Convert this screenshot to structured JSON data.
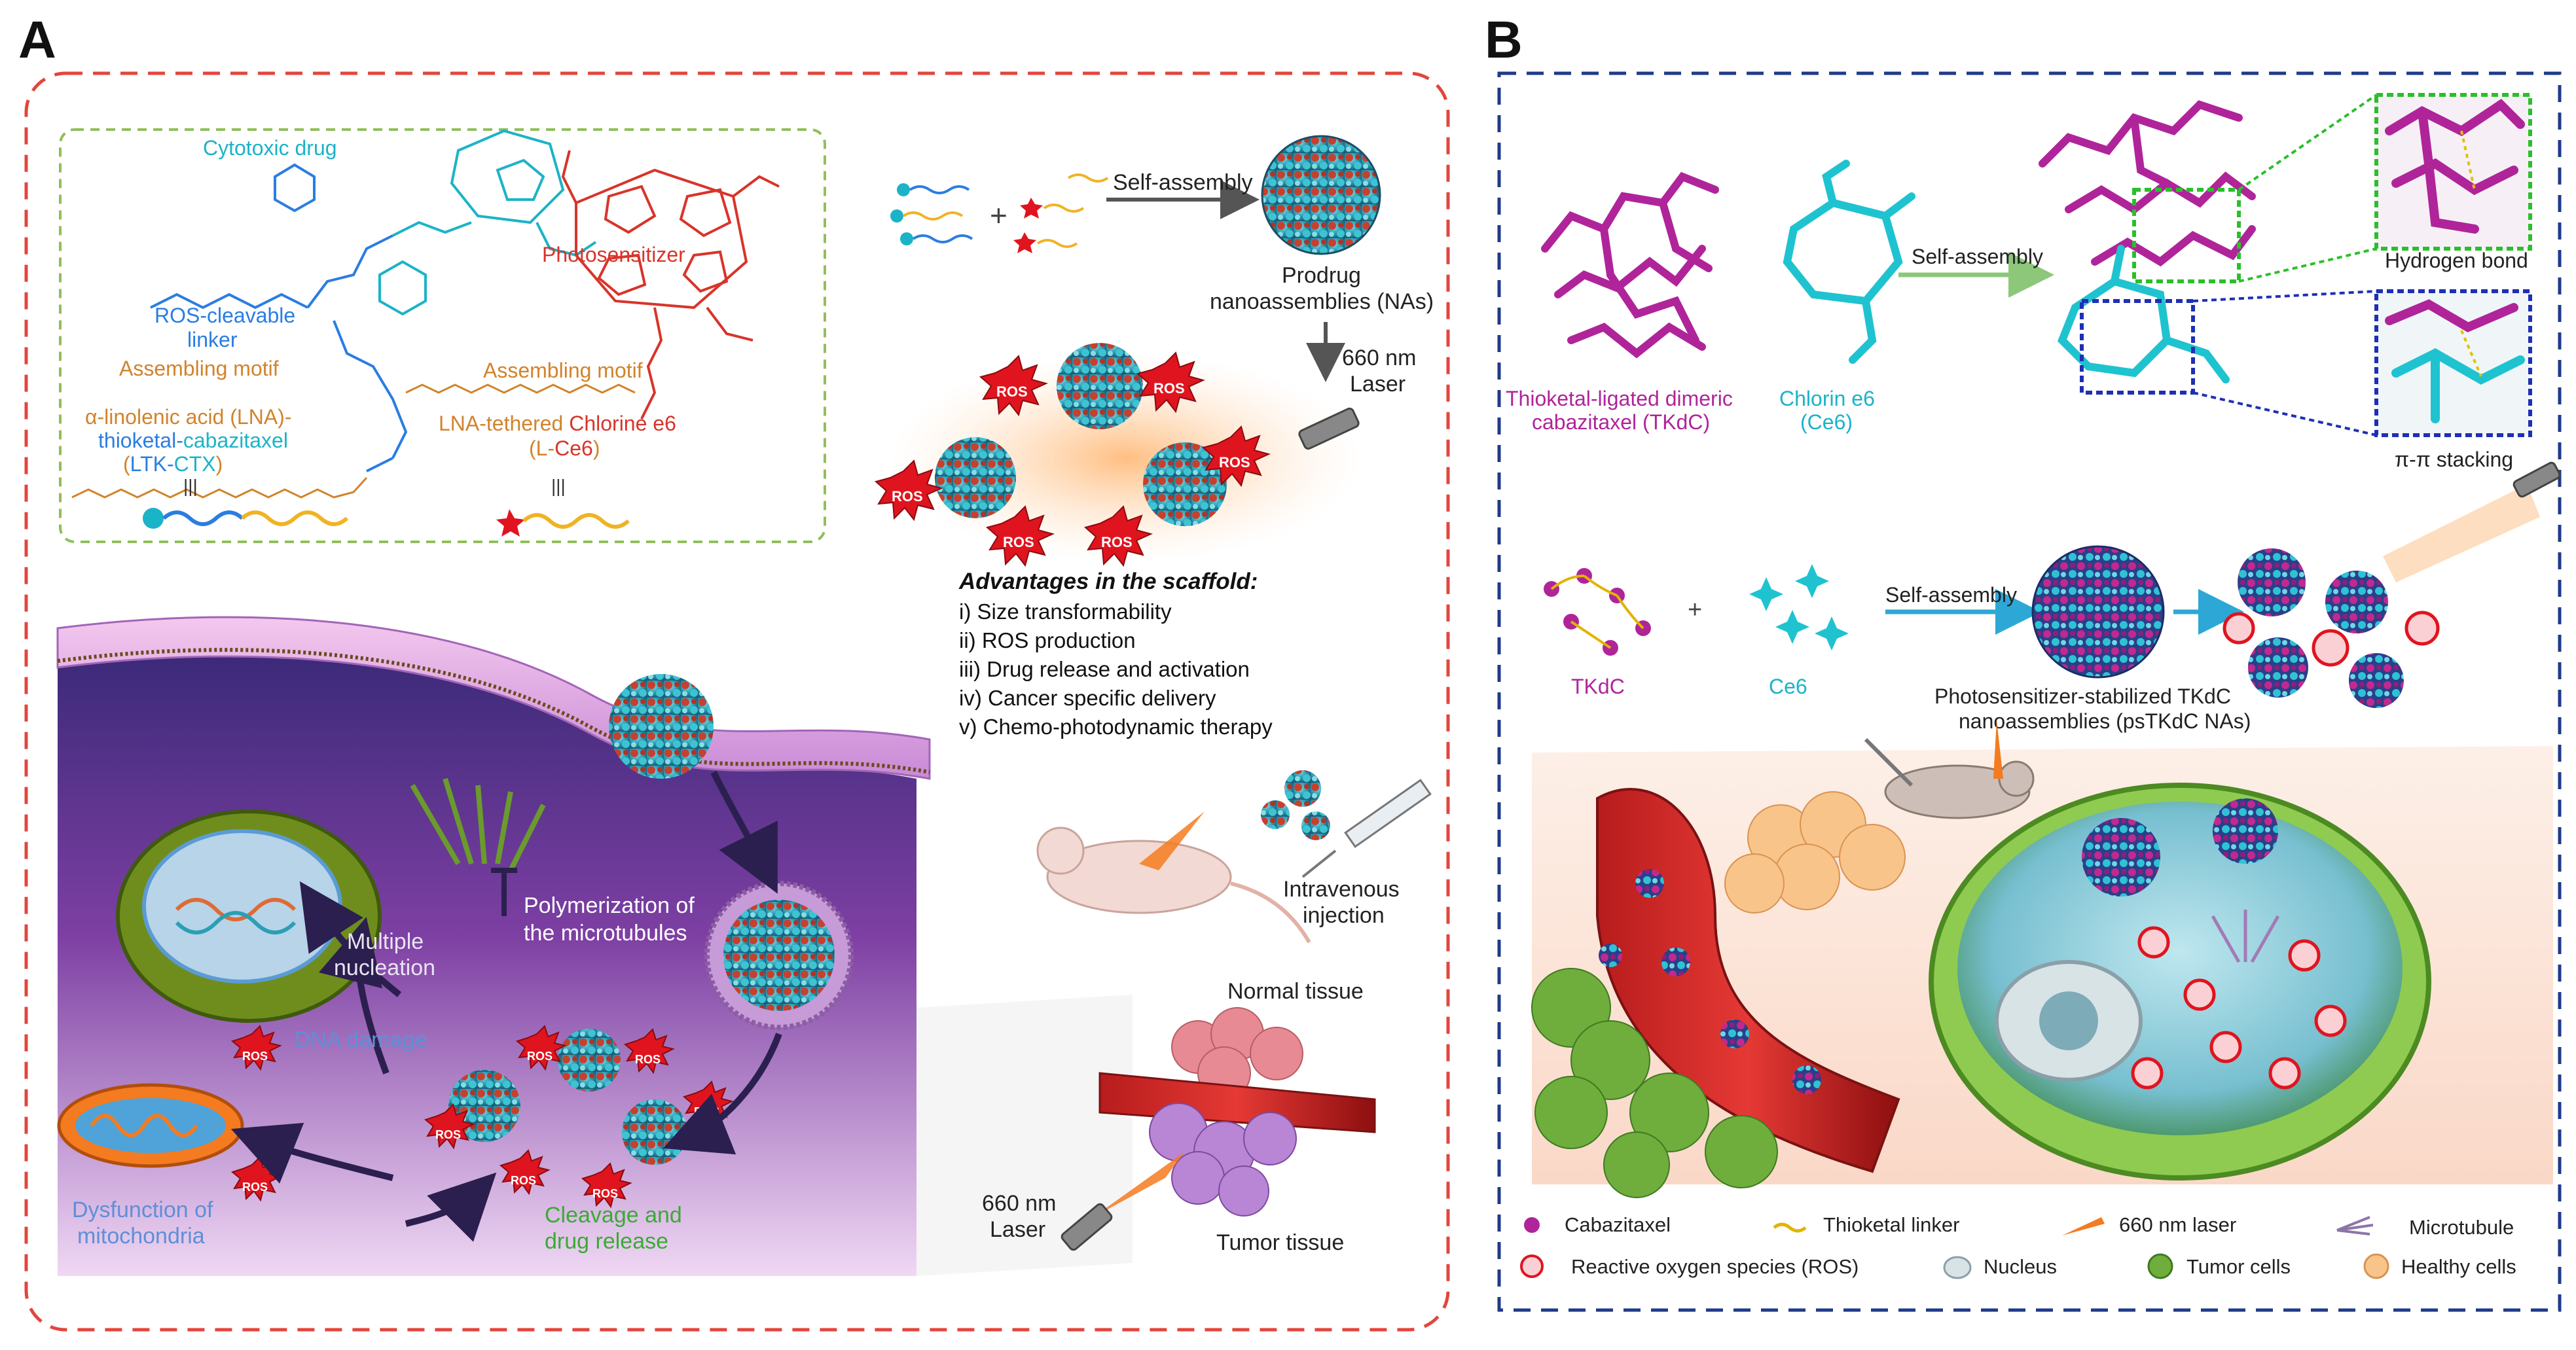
{
  "panel_a": {
    "label": "A",
    "chemistry": {
      "cytotoxic_drug": "Cytotoxic drug",
      "ros_cleavable_1": "ROS-cleavable",
      "ros_cleavable_2": "linker",
      "assembling_motif_1": "Assembling motif",
      "lna_line": "α-linolenic acid (LNA)-",
      "thioketal_prefix": "thioketal-",
      "cabazitaxel_word": "cabazitaxel",
      "ltk_open": "(",
      "ltk_lt": "LTK-",
      "ltk_ctx": "CTX",
      "ltk_close": ")",
      "photosensitizer": "Photosensitizer",
      "assembling_motif_2": "Assembling motif",
      "lna_tethered": "LNA-tethered ",
      "chlorine_e6": "Chlorine e6",
      "lce6_open": "(L-",
      "lce6_ce6": "Ce6",
      "lce6_close": ")",
      "equiv_1": "|||",
      "equiv_2": "|||"
    },
    "assembly": {
      "plus": "+",
      "self_assembly": "Self-assembly",
      "prodrug_1": "Prodrug",
      "prodrug_2": "nanoassemblies (NAs)",
      "laser_1": "660 nm",
      "laser_2": "Laser",
      "ros": "ROS"
    },
    "advantages": {
      "title": "Advantages in the scaffold:",
      "items": [
        "i) Size transformability",
        "ii) ROS production",
        "iii) Drug release and activation",
        "iv) Cancer specific delivery",
        "v) Chemo-photodynamic therapy"
      ]
    },
    "cell": {
      "polymerization_1": "Polymerization of",
      "polymerization_2": "the microtubules",
      "multiple_1": "Multiple",
      "multiple_2": "nucleation",
      "dna_damage": "DNA damage",
      "dysfunction_1": "Dysfunction of",
      "dysfunction_2": "mitochondria",
      "cleavage_1": "Cleavage and",
      "cleavage_2": "drug release",
      "ros": "ROS"
    },
    "in_vivo": {
      "intravenous_1": "Intravenous",
      "intravenous_2": "injection",
      "normal_tissue": "Normal tissue",
      "tumor_tissue": "Tumor tissue",
      "laser_1": "660 nm",
      "laser_2": "Laser"
    }
  },
  "panel_b": {
    "label": "B",
    "molecules": {
      "tkdc_1": "Thioketal-ligated dimeric",
      "tkdc_2": "cabazitaxel (TKdC)",
      "ce6_1": "Chlorin e6",
      "ce6_2": "(Ce6)",
      "self_assembly": "Self-assembly",
      "hydrogen_bond": "Hydrogen bond",
      "pi_stacking": "π-π stacking"
    },
    "assembly": {
      "tkdc": "TKdC",
      "plus": "+",
      "ce6": "Ce6",
      "self_assembly": "Self-assembly",
      "ps_1": "Photosensitizer-stabilized TKdC",
      "ps_2": "nanoassemblies (psTKdC NAs)"
    },
    "legend": [
      {
        "icon": "cabazitaxel-dot-icon",
        "label": "Cabazitaxel"
      },
      {
        "icon": "thioketal-linker-icon",
        "label": "Thioketal linker"
      },
      {
        "icon": "laser-beam-icon",
        "label": "660 nm laser"
      },
      {
        "icon": "microtubule-icon",
        "label": "Microtubule"
      },
      {
        "icon": "ros-icon",
        "label": "Reactive oxygen species (ROS)"
      },
      {
        "icon": "nucleus-icon",
        "label": "Nucleus"
      },
      {
        "icon": "tumor-cell-icon",
        "label": "Tumor cells"
      },
      {
        "icon": "healthy-cell-icon",
        "label": "Healthy cells"
      }
    ]
  },
  "colors": {
    "panel_a_border": "#e2463c",
    "panel_b_border": "#1f3a8a",
    "chem_box_border": "#8fbf5a",
    "cyan": "#1bb3c8",
    "blue": "#2a7de1",
    "orange": "#d2832c",
    "red": "#d8342a",
    "magenta": "#b0249a",
    "green": "#3aaa35",
    "ros_red": "#e0141e"
  }
}
